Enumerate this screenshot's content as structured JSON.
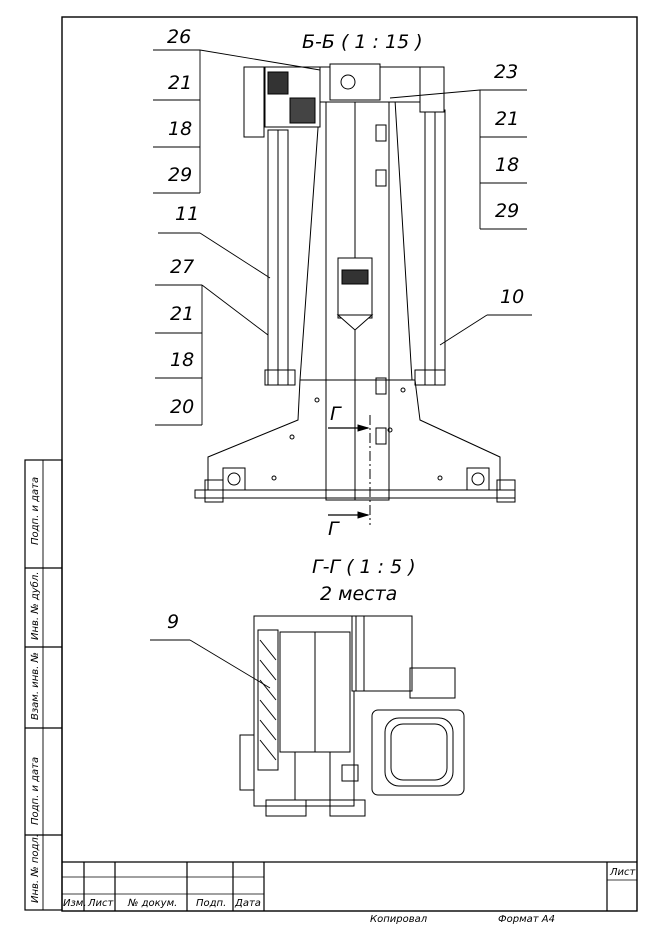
{
  "section_bb": {
    "title": "Б-Б ( 1 : 15 )"
  },
  "section_gg": {
    "title": "Г-Г ( 1 : 5 )",
    "subtitle": "2 места"
  },
  "section_marker": "Г",
  "callouts": {
    "left_top": [
      "26",
      "21",
      "18",
      "29"
    ],
    "right_top": [
      "23",
      "21",
      "18",
      "29"
    ],
    "left_mid_header": "11",
    "left_mid": [
      "27",
      "21",
      "18",
      "20"
    ],
    "right_mid": "10",
    "lower": "9"
  },
  "side_stamp": [
    "Подп. и дата",
    "Инв. № дубл.",
    "Взам. инв. №",
    "Подп. и дата",
    "Инв. № подл."
  ],
  "title_block": {
    "columns": [
      "Изм.",
      "Лист",
      "№ докум.",
      "Подп.",
      "Дата"
    ],
    "sheet_label": "Лист"
  },
  "footer": {
    "copied": "Копировал",
    "format": "Формат А4"
  }
}
